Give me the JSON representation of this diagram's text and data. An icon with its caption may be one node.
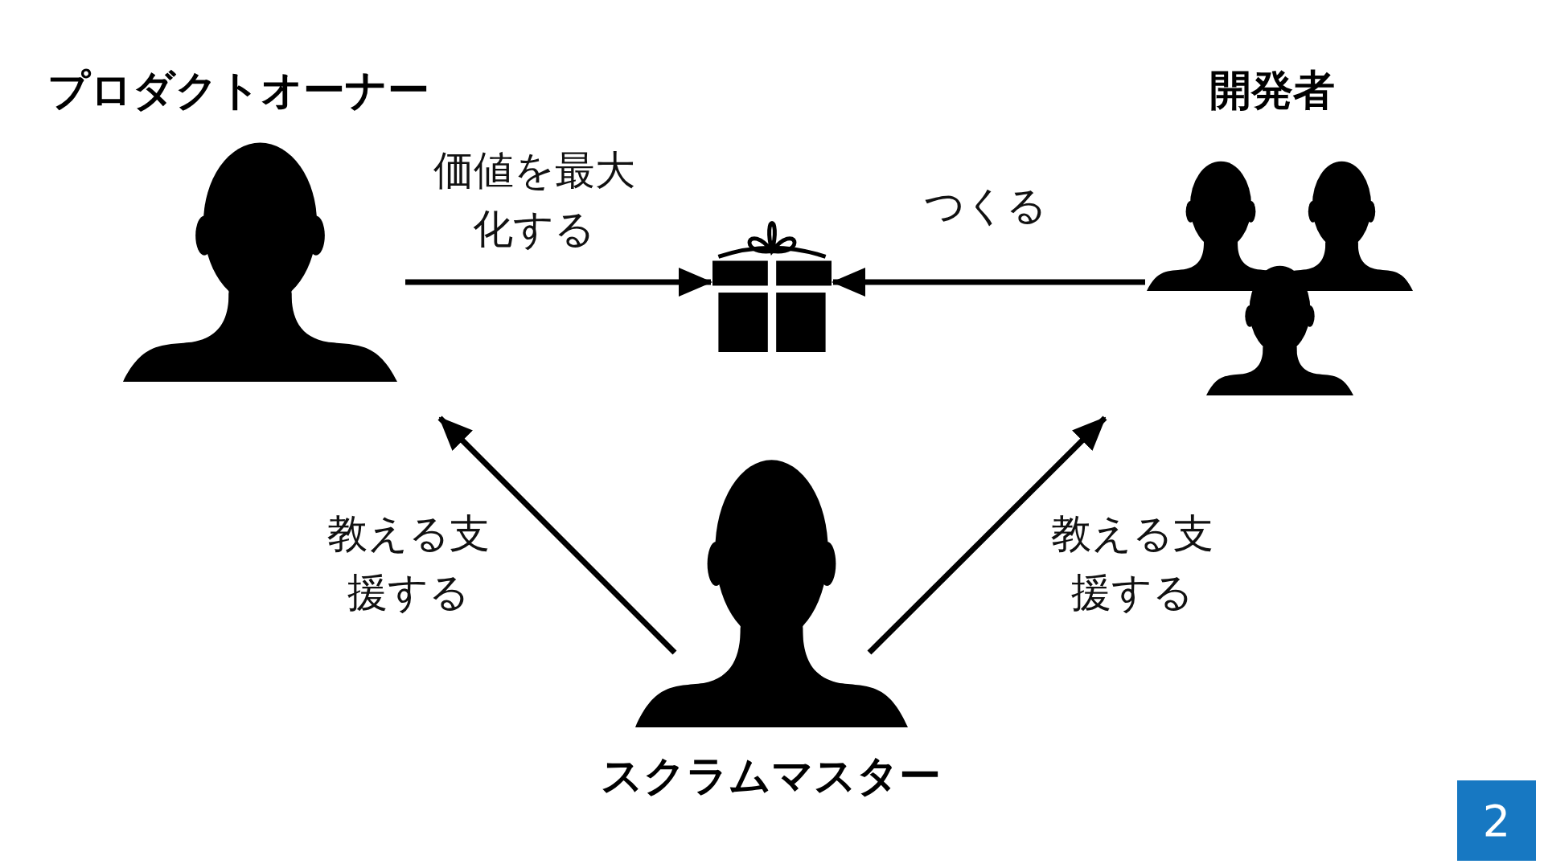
{
  "diagram": {
    "nodes": [
      {
        "text": [
          "プロダクトオーナー"
        ]
      },
      {
        "text": [],
        "shape": "gift"
      },
      {
        "text": [
          "開発者"
        ]
      },
      {
        "text": [
          "スクラムマスター"
        ]
      },
      {
        "text": [
          "2"
        ]
      }
    ],
    "edges": [
      {
        "from": 0,
        "to": 1,
        "arrow": "to",
        "label": "価値を最大化する"
      },
      {
        "from": 2,
        "to": 1,
        "arrow": "to",
        "label": "つくる"
      },
      {
        "from": 3,
        "to": 0,
        "arrow": "to",
        "label": "教える支援する"
      },
      {
        "from": 3,
        "to": 2,
        "arrow": "to",
        "label": "教える支援する"
      }
    ]
  }
}
